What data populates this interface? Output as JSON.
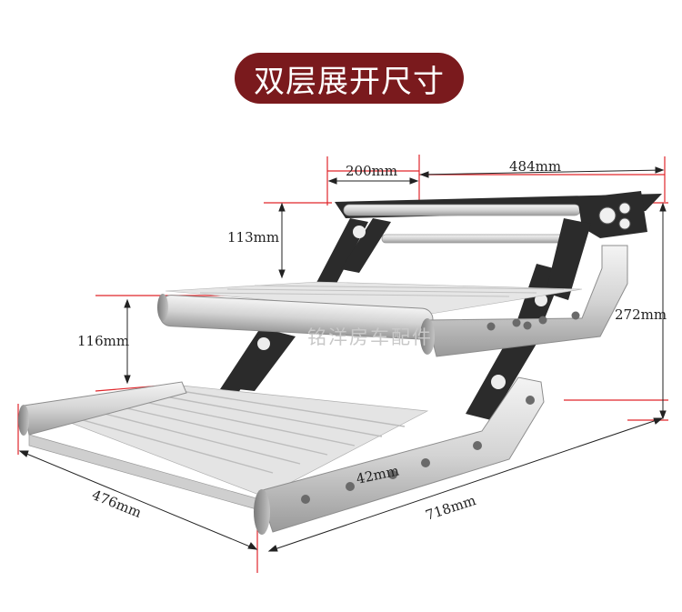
{
  "title": "双层展开尺寸",
  "watermark": "铭洋房车配件",
  "colors": {
    "title_bg": "#7a1a1d",
    "dim_line": "#e0262b",
    "frame_dark": "#2b2b2b",
    "rail_light": "#e8e8e8",
    "rail_mid": "#bfbfbf"
  },
  "dimensions": {
    "top_depth": "200mm",
    "top_width": "484mm",
    "upper_rise": "113mm",
    "lower_rise": "116mm",
    "total_height": "272mm",
    "tube_diameter": "42mm",
    "step_depth": "476mm",
    "total_length": "718mm"
  }
}
